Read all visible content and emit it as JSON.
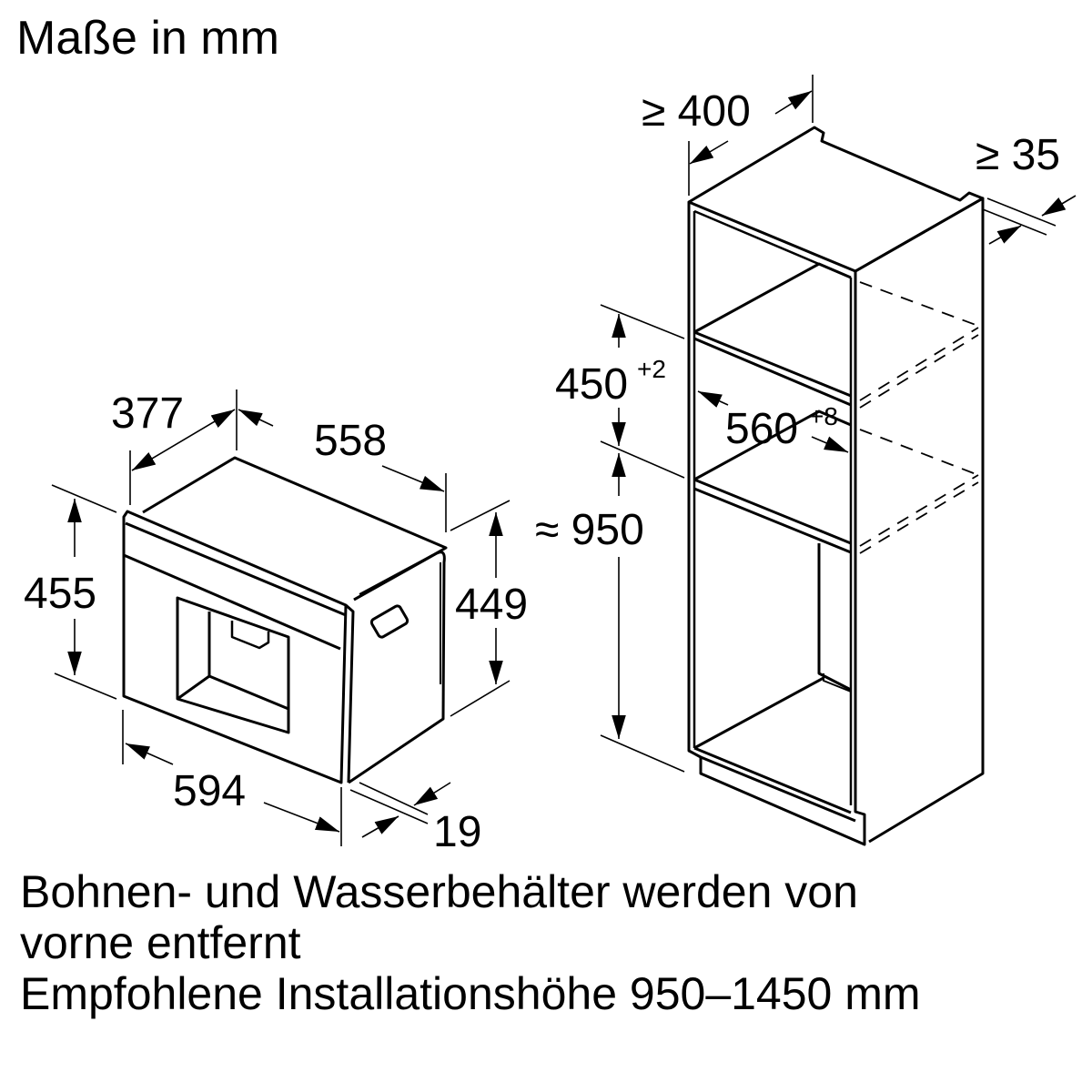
{
  "title": "Maße in mm",
  "appliance": {
    "depth_label": "377",
    "width_label": "558",
    "front_height_label": "455",
    "body_height_label": "449",
    "front_width_label": "594",
    "front_panel_label": "19"
  },
  "cabinet": {
    "min_depth_label": "≥ 400",
    "min_gap_label": "≥ 35",
    "niche_height_label": "450",
    "niche_height_tolerance": "+2",
    "niche_depth_label": "560",
    "niche_depth_tolerance": "+8",
    "install_height_label": "≈ 950"
  },
  "notes": [
    "Bohnen- und Wasserbehälter werden von",
    "vorne entfernt",
    "Empfohlene Installationshöhe 950–1450 mm"
  ],
  "colors": {
    "line": "#000000",
    "background": "#ffffff"
  }
}
